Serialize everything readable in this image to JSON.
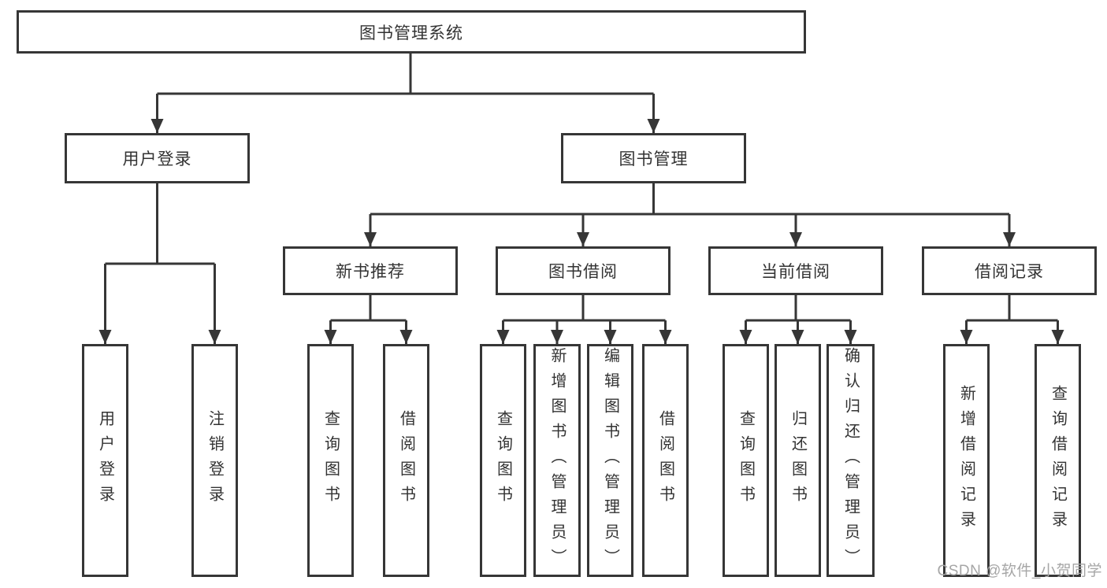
{
  "tree": {
    "root": "图书管理系统",
    "branches": [
      {
        "label": "用户登录",
        "children": [
          "用户登录",
          "注销登录"
        ]
      },
      {
        "label": "图书管理",
        "groups": [
          {
            "label": "新书推荐",
            "children": [
              "查询图书",
              "借阅图书"
            ]
          },
          {
            "label": "图书借阅",
            "children": [
              "查询图书",
              "新增图书（管理员）",
              "编辑图书（管理员）",
              "借阅图书"
            ]
          },
          {
            "label": "当前借阅",
            "children": [
              "查询图书",
              "归还图书",
              "确认归还（管理员）"
            ]
          },
          {
            "label": "借阅记录",
            "children": [
              "新增借阅记录",
              "查询借阅记录"
            ]
          }
        ]
      }
    ]
  },
  "watermark": "CSDN @软件_小贺同学",
  "colors": {
    "line": "#363636",
    "text": "#333333",
    "watermark": "#a6a6a6",
    "background": "#ffffff"
  }
}
